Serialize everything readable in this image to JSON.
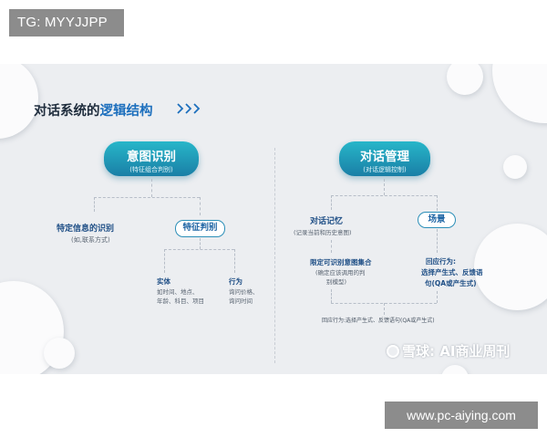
{
  "top_tag": "TG: MYYJJPP",
  "bottom_tag": "www.pc-aiying.com",
  "slide": {
    "heading_part1": "对话系统的",
    "heading_accent": "逻辑结构",
    "chevrons_icon": "triple-chevron-right",
    "left": {
      "title": "意图识别",
      "subtitle": "(特征组合判别)",
      "node_a_title": "特定信息的识别",
      "node_a_sub": "(如,联系方式)",
      "node_b_title": "特征判别",
      "entity_title": "实体",
      "entity_line1": "如时间、地点、",
      "entity_line2": "年龄、科目、项目",
      "behavior_title": "行为",
      "behavior_line1": "询问价格、",
      "behavior_line2": "询问时间"
    },
    "right": {
      "title": "对话管理",
      "subtitle": "(对话逻辑控制)",
      "memory_title": "对话记忆",
      "memory_sub": "(记录当前和历史意图)",
      "scene_title": "场景",
      "limit_title": "限定可识别意图集合",
      "limit_sub1": "(确定应该调用的判",
      "limit_sub2": "别模型)",
      "respond_title1": "回应行为:",
      "respond_title2": "选择产生式、反馈语",
      "respond_title3": "句(QA或产生式)",
      "bottom_note": "回应行为:选择产生式、反馈语句(QA或产生式)"
    },
    "watermark": "雪球: AI商业周刊",
    "watermark_icon": "snowball-logo-icon",
    "colors": {
      "pill_gradient_top": "#27b6c9",
      "pill_gradient_bottom": "#1a7fa6",
      "accent": "#1d6fbd",
      "node_text": "#1f4f86"
    }
  }
}
